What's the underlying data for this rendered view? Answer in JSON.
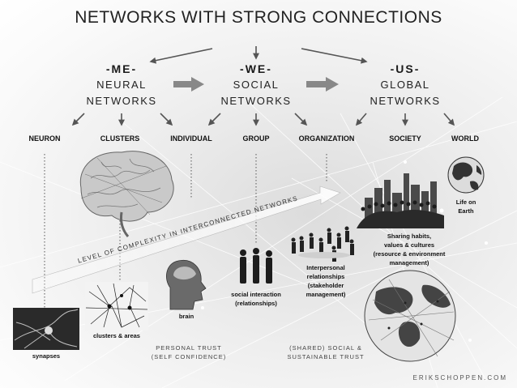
{
  "title": "NETWORKS WITH STRONG CONNECTIONS",
  "groups": [
    {
      "head": "-ME-",
      "line1": "NEURAL",
      "line2": "NETWORKS"
    },
    {
      "head": "-WE-",
      "line1": "SOCIAL",
      "line2": "NETWORKS"
    },
    {
      "head": "-US-",
      "line1": "GLOBAL",
      "line2": "NETWORKS"
    }
  ],
  "levels": [
    "NEURON",
    "CLUSTERS",
    "INDIVIDUAL",
    "GROUP",
    "ORGANIZATION",
    "SOCIETY",
    "WORLD"
  ],
  "ribbon_label": "LEVEL OF COMPLEXITY IN INTERCONNECTED NETWORKS",
  "captions": {
    "synapses": "synapses",
    "clusters_areas": "clusters & areas",
    "brain": "brain",
    "social_1": "social interaction",
    "social_2": "(relationships)",
    "interp_1": "Interpersonal",
    "interp_2": "relationships",
    "interp_3": "(stakeholder",
    "interp_4": "management)",
    "sharing_1": "Sharing habits,",
    "sharing_2": "values & cultures",
    "sharing_3": "(resource & environment",
    "sharing_4": "management)",
    "life_1": "Life on",
    "life_2": "Earth"
  },
  "trust": {
    "personal_1": "PERSONAL TRUST",
    "personal_2": "(SELF CONFIDENCE)",
    "shared_1": "(SHARED) SOCIAL &",
    "shared_2": "SUSTAINABLE TRUST"
  },
  "credit": "ERIKSCHOPPEN.COM",
  "icons": [
    "brain-icon",
    "neurons-icon",
    "synapse-icon",
    "head-profile-icon",
    "people-group-icon",
    "organization-people-icon",
    "city-skyline-icon",
    "globe-icon",
    "world-globe-icon"
  ]
}
